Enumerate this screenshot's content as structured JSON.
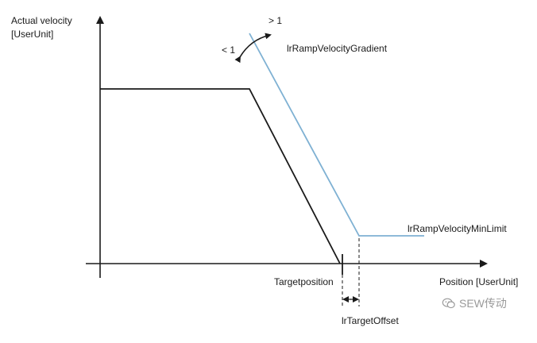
{
  "labels": {
    "y_axis_line1": "Actual velocity",
    "y_axis_line2": "[UserUnit]",
    "x_axis": "Position [UserUnit]",
    "gt_one": "> 1",
    "lt_one": "< 1",
    "gradient": "lrRampVelocityGradient",
    "min_limit": "lrRampVelocityMinLimit",
    "target_position": "Targetposition",
    "target_offset": "lrTargetOffset"
  },
  "watermark": {
    "text": "SEW传动"
  },
  "colors": {
    "black_curve": "#1a1a1a",
    "blue_curve": "#7fb1d3",
    "axis": "#1a1a1a"
  }
}
